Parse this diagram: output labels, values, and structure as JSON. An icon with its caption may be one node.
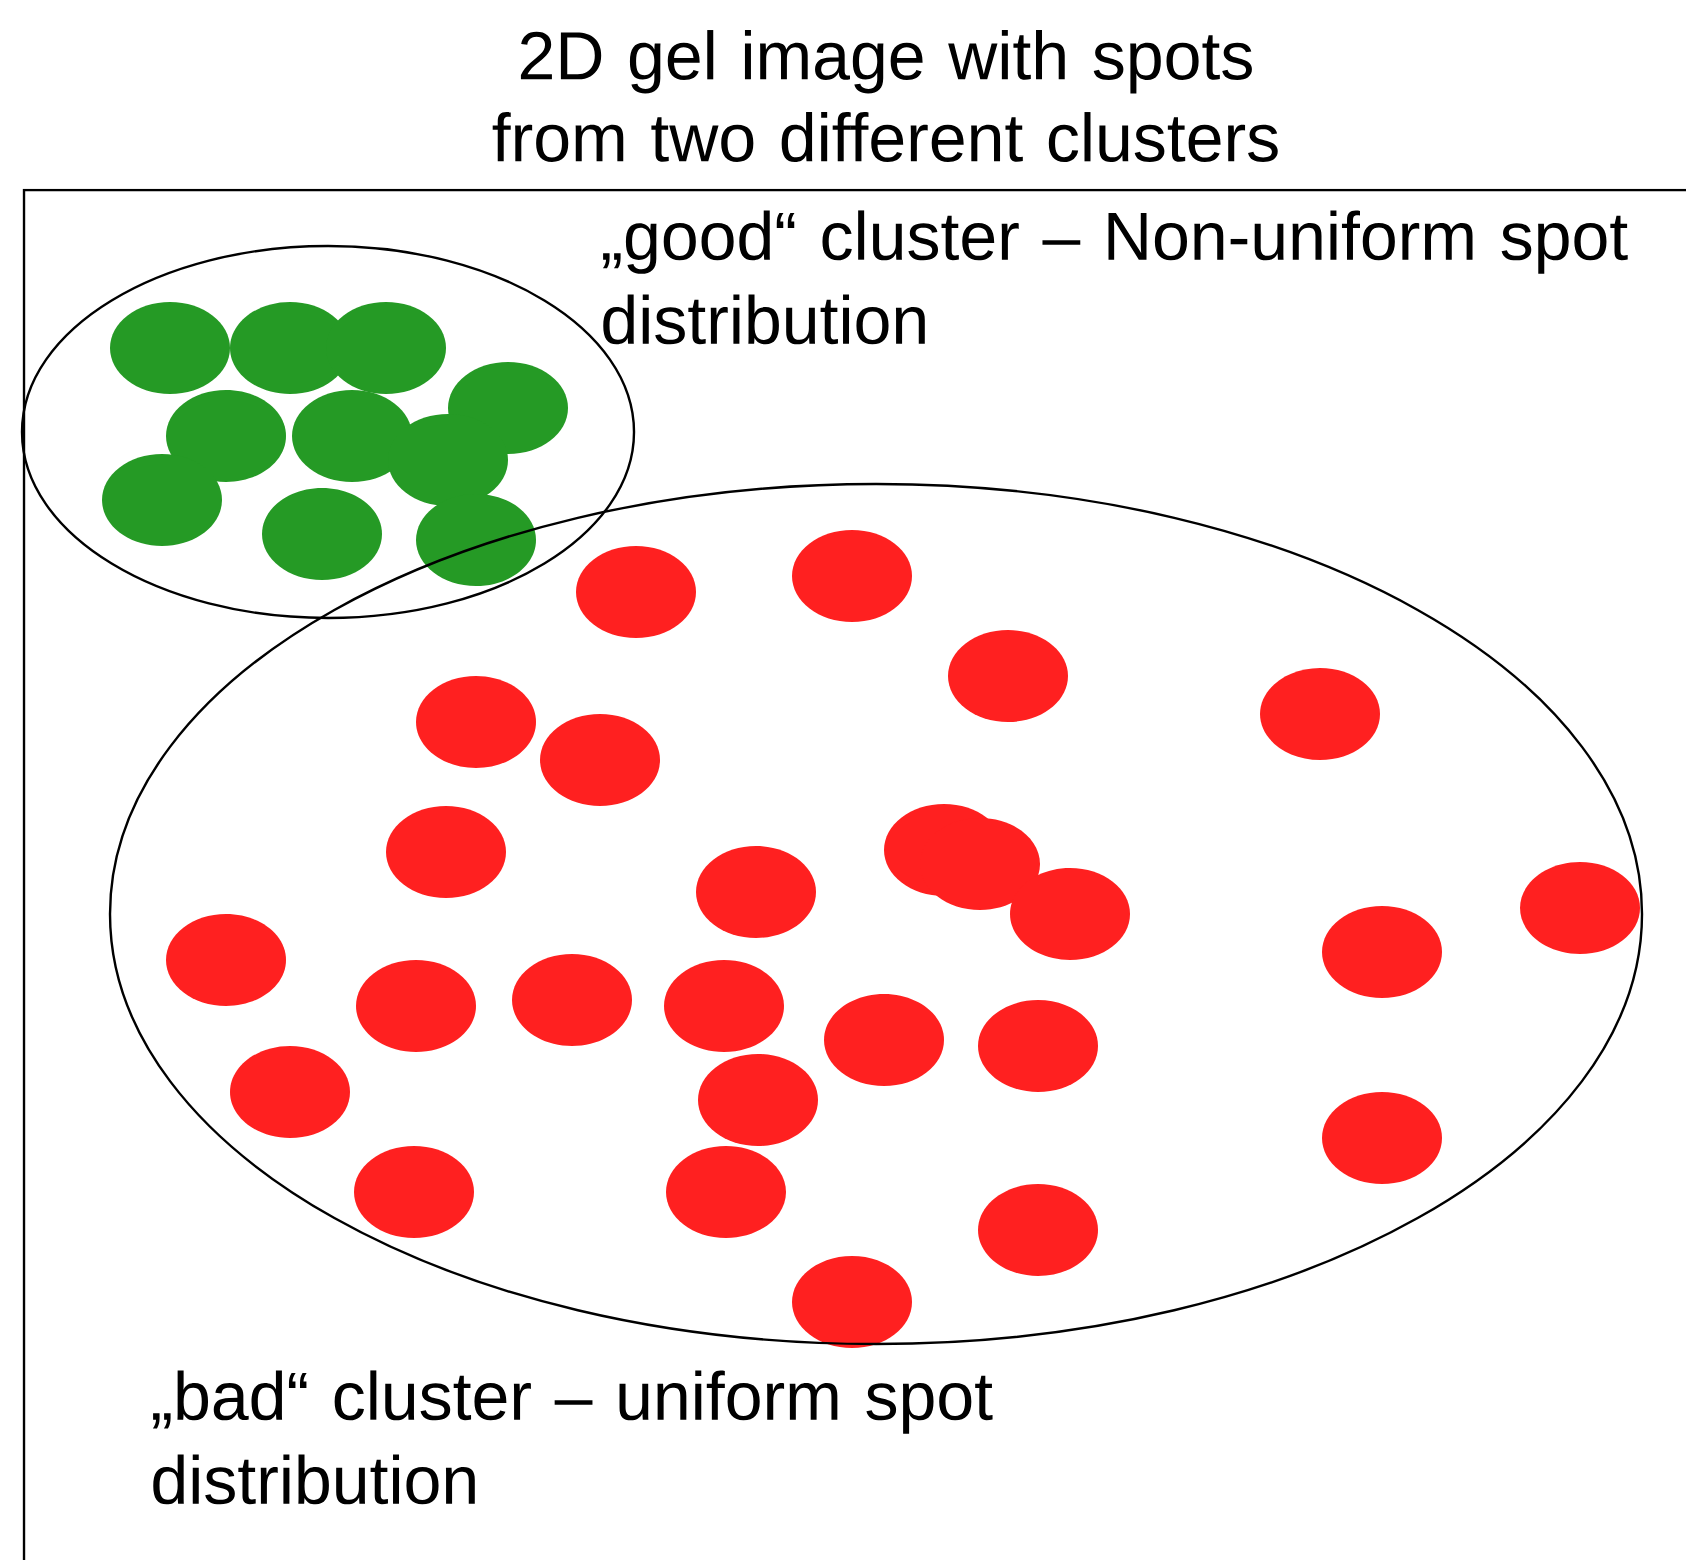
{
  "diagram": {
    "title": "2D gel image with spots from two different clusters",
    "nodes": [
      {
        "text": [
          "„good“ cluster – Non-uniform spot distribution"
        ]
      },
      {
        "text": [
          "„bad“ cluster – uniform spot distribution"
        ]
      }
    ]
  }
}
